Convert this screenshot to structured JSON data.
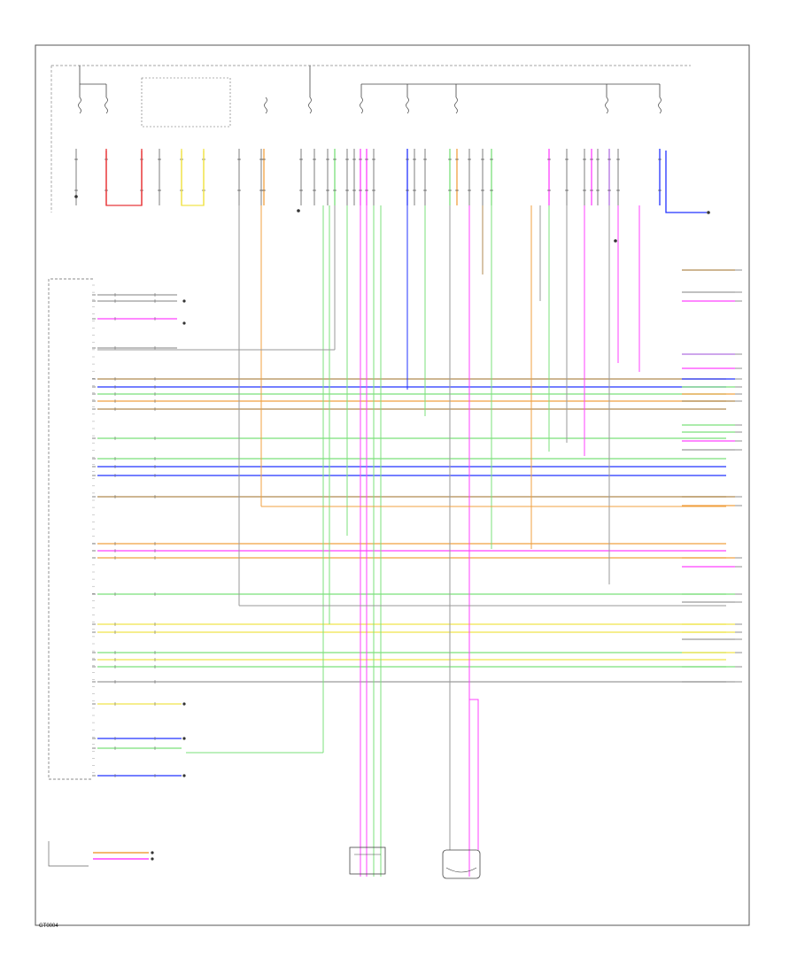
{
  "footer_code": "GT0004",
  "colors": {
    "black": "#222222",
    "red": "#e8383a",
    "yellow": "#f0e44a",
    "green": "#7be07b",
    "blue": "#2233ff",
    "pink": "#ff40ff",
    "orange": "#f0a040",
    "brown": "#b08a50",
    "gray": "#9a9a9a",
    "violet": "#b070e0",
    "lightgreen": "#a8f0a0",
    "tan": "#d8c8a0"
  },
  "pcm_row_colors": [
    "gray",
    "gray",
    "pink",
    "gray",
    "brown",
    "blue",
    "green",
    "orange",
    "brown",
    "green",
    "green",
    "blue",
    "blue",
    "brown",
    "orange",
    "pink",
    "orange",
    "green",
    "yellow",
    "yellow",
    "green",
    "yellow",
    "green",
    "gray",
    "yellow",
    "blue",
    "green",
    "blue"
  ],
  "right_row_colors": [
    "brown",
    "gray",
    "pink",
    "violet",
    "pink",
    "blue",
    "green",
    "orange",
    "brown",
    "green",
    "green",
    "pink",
    "gray",
    "brown",
    "orange",
    "orange",
    "pink",
    "green",
    "gray",
    "yellow",
    "yellow",
    "gray",
    "yellow",
    "green",
    "gray"
  ],
  "top_wire_colors": [
    "gray",
    "red",
    "red",
    "gray",
    "yellow",
    "yellow",
    "gray",
    "gray",
    "orange",
    "gray",
    "gray",
    "gray",
    "green",
    "gray",
    "gray",
    "pink",
    "pink",
    "gray",
    "blue",
    "gray",
    "gray",
    "green",
    "orange",
    "gray",
    "gray",
    "green",
    "pink",
    "gray",
    "gray",
    "pink",
    "gray",
    "violet",
    "gray",
    "blue"
  ]
}
